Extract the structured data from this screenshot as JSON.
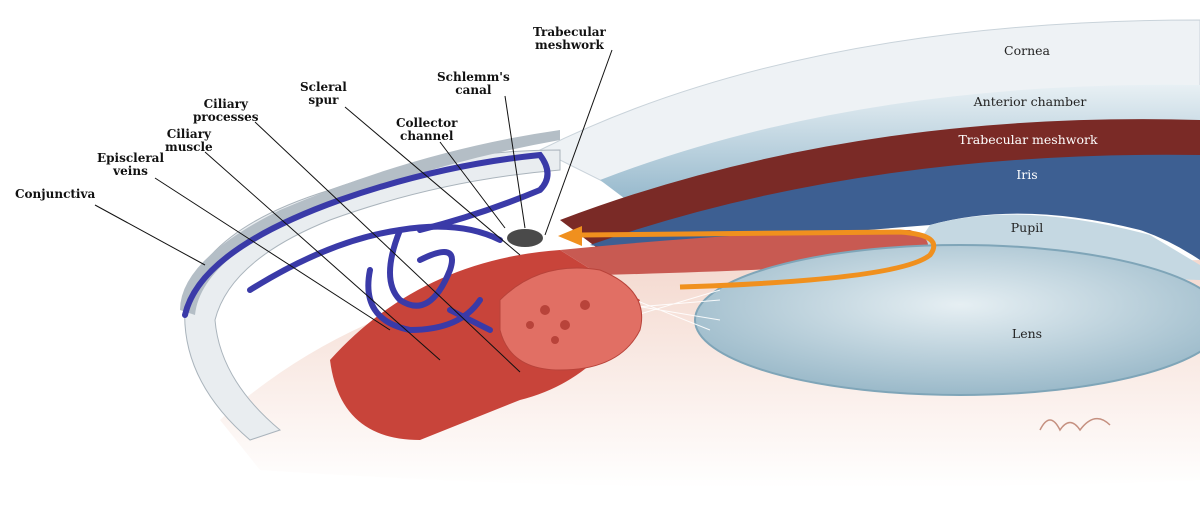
{
  "left_labels": {
    "conjunctiva": "Conjunctiva",
    "episcleral_veins": [
      "Episcleral",
      "veins"
    ],
    "ciliary_muscle": [
      "Ciliary",
      "muscle"
    ],
    "ciliary_processes": [
      "Ciliary",
      "processes"
    ],
    "scleral_spur": [
      "Scleral",
      "spur"
    ],
    "collector_channel": [
      "Collector",
      "channel"
    ],
    "schlemms_canal": [
      "Schlemm's",
      "canal"
    ],
    "trabecular_meshwork": [
      "Trabecular",
      "meshwork"
    ]
  },
  "right_labels": {
    "cornea": "Cornea",
    "anterior_chamber": "Anterior chamber",
    "trabecular_meshwork": "Trabecular meshwork",
    "iris": "Iris",
    "pupil": "Pupil",
    "lens": "Lens"
  },
  "colors": {
    "flow_arrow": "#f0901e",
    "veins": "#3a3aa8",
    "iris": "#3d5f92",
    "ciliary": "#c8443a",
    "trabecular_band": "#7a2a26"
  }
}
